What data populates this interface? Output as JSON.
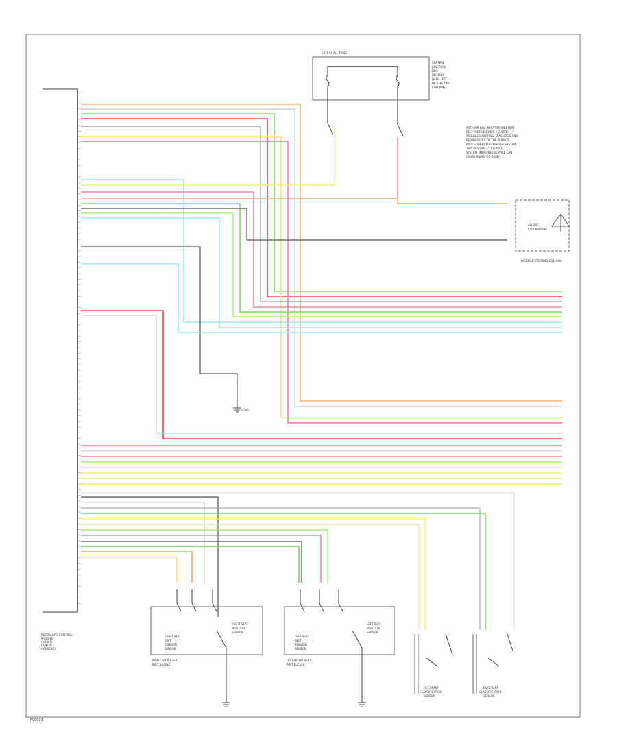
{
  "diagram_id": "F99003",
  "module_label": [
    "RESTRAINTS CONTROL",
    "MODULE",
    "(UNDER",
    "CENTER",
    "CONSOLE)"
  ],
  "fuse_box_title": "HOT AT ALL TIMES",
  "fuse_box_side_label": [
    "CENTRAL",
    "JUNCTION",
    "BOX",
    "(BEHIND",
    "DASH LEFT",
    "OF STEERING",
    "COLUMN)"
  ],
  "note_text": [
    "WITH AIR BAG INFLATOR AND SEAT",
    "BELT PRETENSIONER RELATED",
    "TROUBLESHOOTING, DIAGNOSIS AND",
    "REPAIR REFER TO THE SERVICE",
    "PROCEDURES FOR THE SRS SYSTEM.",
    "THIS IS A SAFETY RELATED",
    "SYSTEM. IMPROPER SERVICE CAN",
    "CAUSE INJURY OR DEATH."
  ],
  "clockspring_label": [
    "AIR BAG",
    "CLOCKSPRING"
  ],
  "clockspring_caption": "(ACROSS STEERING COLUMN)",
  "seat_module_right": [
    "RIGHT SEAT",
    "BELT",
    "TENSION",
    "SENSOR"
  ],
  "seat_module_left": [
    "LEFT SEAT",
    "BELT",
    "TENSION",
    "SENSOR"
  ],
  "seat_caption_right": [
    "RIGHT FRONT SEAT",
    "BELT BUCKLE"
  ],
  "seat_caption_left": [
    "LEFT FRONT SEAT",
    "BELT BUCKLE"
  ],
  "position_sensor_right": [
    "RIGHT SEAT",
    "POSITION",
    "SENSOR"
  ],
  "position_sensor_left": [
    "LEFT SEAT",
    "POSITION",
    "SENSOR"
  ],
  "weight_sensor": [
    "OCCUPANT",
    "CLASSIFICATION",
    "SENSOR"
  ],
  "ground_label": [
    "G200"
  ],
  "colors": {
    "orange": "#f5b27a",
    "pink": "#f48aa0",
    "yellow": "#f4ef7c",
    "green": "#86d36f",
    "cyan": "#9fe9ef",
    "gray": "#9a9a9a",
    "darkgray": "#555555",
    "lightgray": "#cfcfcf",
    "teal": "#3f8f7a",
    "red": "#e24a5e",
    "lime": "#a8ee7a",
    "tan": "#e7dfb0"
  }
}
